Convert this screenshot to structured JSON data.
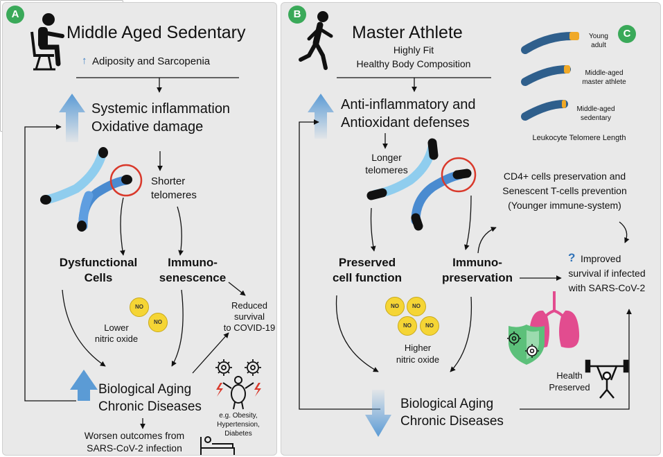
{
  "colors": {
    "panel_bg": "#e9e9e9",
    "badge_green": "#3aa959",
    "arrow_blue": "#5b9bd5",
    "telomere_light": "#8fcdee",
    "telomere_dark": "#4a8bd0",
    "red_circle": "#d9392b",
    "no_yellow": "#f5d535",
    "lung_pink": "#e24c8f",
    "shield_green": "#5cc07a",
    "rod_blue": "#2f5f8c",
    "cap_orange": "#f0a928"
  },
  "panel_a": {
    "badge": "A",
    "title": "Middle Aged Sedentary",
    "subtitle_arrow": "↑",
    "subtitle": "Adiposity and Sarcopenia",
    "inflammation_line1": "Systemic inflammation",
    "inflammation_line2": "Oxidative damage",
    "telomere_line1": "Shorter",
    "telomere_line2": "telomeres",
    "dysfunction_line1": "Dysfunctional",
    "dysfunction_line2": "Cells",
    "immuno_line1": "Immuno-",
    "immuno_line2": "senescence",
    "reduced_line1": "Reduced",
    "reduced_line2": "survival",
    "reduced_line3": "to COVID-19",
    "no_label": "NO",
    "lower_no_line1": "Lower",
    "lower_no_line2": "nitric oxide",
    "aging_line1": "Biological Aging",
    "aging_line2": "Chronic Diseases",
    "comorb_line1": "e.g. Obesity,",
    "comorb_line2": "Hypertension,",
    "comorb_line3": "Diabetes",
    "worsen_line1": "Worsen outcomes from",
    "worsen_line2": "SARS-CoV-2 infection"
  },
  "panel_b": {
    "badge": "B",
    "title": "Master Athlete",
    "subtitle_line1": "Highly Fit",
    "subtitle_line2": "Healthy Body Composition",
    "defense_line1": "Anti-inflammatory and",
    "defense_line2": "Antioxidant defenses",
    "telomere_line1": "Longer",
    "telomere_line2": "telomeres",
    "cd4_line1": "CD4+ cells preservation and",
    "cd4_line2": "Senescent T-cells prevention",
    "cd4_line3": "(Younger immune-system)",
    "preserved_line1": "Preserved",
    "preserved_line2": "cell function",
    "immuno_line1": "Immuno-",
    "immuno_line2": "preservation",
    "question_mark": "?",
    "improved_line1": "Improved",
    "improved_line2": "survival if infected",
    "improved_line3": "with SARS-CoV-2",
    "no_label": "NO",
    "higher_no_line1": "Higher",
    "higher_no_line2": "nitric oxide",
    "health_line1": "Health",
    "health_line2": "Preserved",
    "aging_line1": "Biological Aging",
    "aging_line2": "Chronic Diseases"
  },
  "panel_c": {
    "badge": "C",
    "young_line1": "Young",
    "young_line2": "adult",
    "athlete_line1": "Middle-aged",
    "athlete_line2": "master athlete",
    "sedentary_line1": "Middle-aged",
    "sedentary_line2": "sedentary",
    "caption": "Leukocyte Telomere Length"
  }
}
